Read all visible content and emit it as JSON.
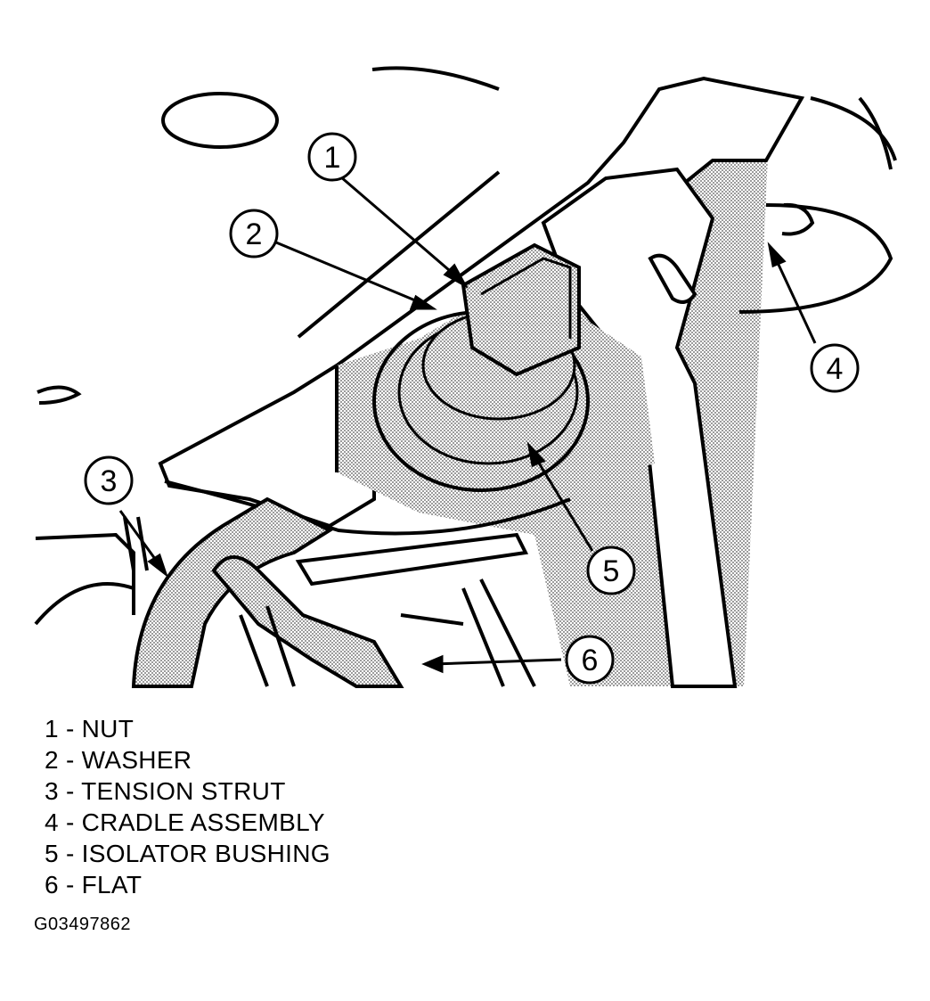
{
  "callouts": [
    {
      "num": "1"
    },
    {
      "num": "2"
    },
    {
      "num": "3"
    },
    {
      "num": "4"
    },
    {
      "num": "5"
    },
    {
      "num": "6"
    }
  ],
  "legend": [
    {
      "text": "1 - NUT"
    },
    {
      "text": "2 - WASHER"
    },
    {
      "text": "3 - TENSION STRUT"
    },
    {
      "text": "4 - CRADLE ASSEMBLY"
    },
    {
      "text": "5 - ISOLATOR BUSHING"
    },
    {
      "text": "6 - FLAT"
    }
  ],
  "figure_id": "G03497862",
  "colors": {
    "line": "#000000",
    "shade": "#9a9a9a",
    "background": "#ffffff"
  }
}
